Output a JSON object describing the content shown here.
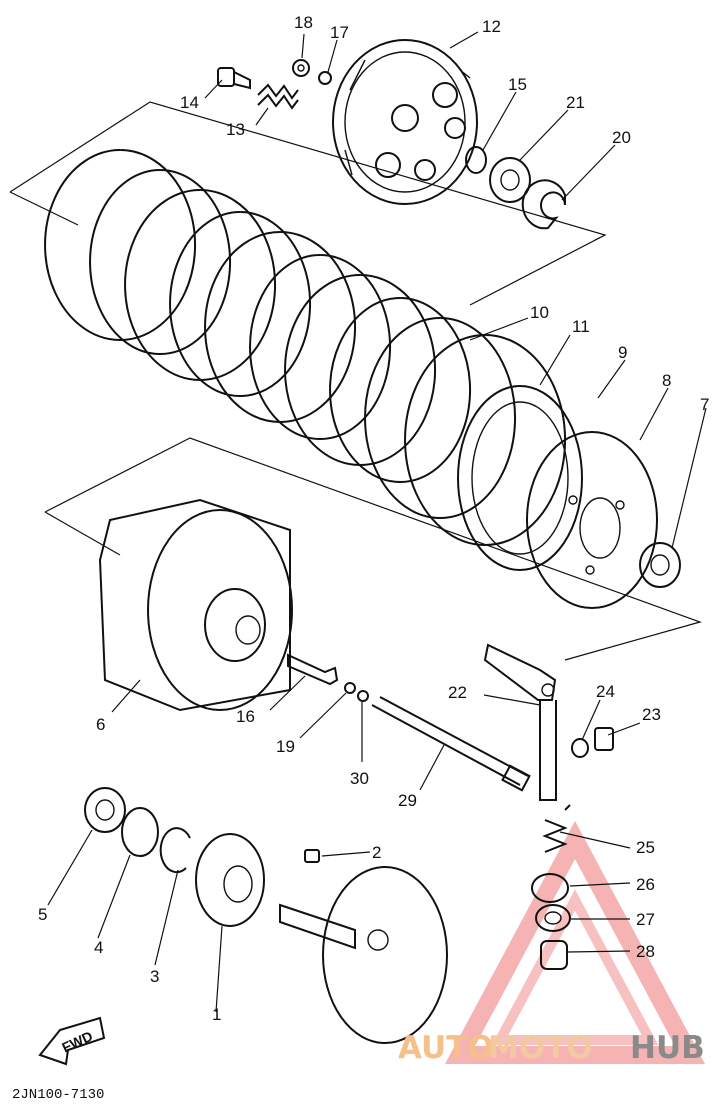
{
  "diagram": {
    "drawing_code": "2JN100-7130",
    "fwd_label": "FWD",
    "callouts": [
      {
        "id": "1",
        "label": "1"
      },
      {
        "id": "2",
        "label": "2"
      },
      {
        "id": "3",
        "label": "3"
      },
      {
        "id": "4",
        "label": "4"
      },
      {
        "id": "5",
        "label": "5"
      },
      {
        "id": "6",
        "label": "6"
      },
      {
        "id": "7",
        "label": "7"
      },
      {
        "id": "8",
        "label": "8"
      },
      {
        "id": "9",
        "label": "9"
      },
      {
        "id": "10",
        "label": "10"
      },
      {
        "id": "11",
        "label": "11"
      },
      {
        "id": "12",
        "label": "12"
      },
      {
        "id": "13",
        "label": "13"
      },
      {
        "id": "14",
        "label": "14"
      },
      {
        "id": "15",
        "label": "15"
      },
      {
        "id": "16",
        "label": "16"
      },
      {
        "id": "17",
        "label": "17"
      },
      {
        "id": "18",
        "label": "18"
      },
      {
        "id": "19",
        "label": "19"
      },
      {
        "id": "20",
        "label": "20"
      },
      {
        "id": "21",
        "label": "21"
      },
      {
        "id": "22",
        "label": "22"
      },
      {
        "id": "23",
        "label": "23"
      },
      {
        "id": "24",
        "label": "24"
      },
      {
        "id": "25",
        "label": "25"
      },
      {
        "id": "26",
        "label": "26"
      },
      {
        "id": "27",
        "label": "27"
      },
      {
        "id": "28",
        "label": "28"
      },
      {
        "id": "29",
        "label": "29"
      },
      {
        "id": "30",
        "label": "30"
      }
    ]
  },
  "watermark": {
    "part1": "AUTO",
    "part2": "MOTO",
    "part3": "HUB",
    "colors": {
      "part1": "#f5c089",
      "part2": "#f2c9a3",
      "part3": "#8a8a8a",
      "triangle": "#f3a6a6"
    }
  }
}
